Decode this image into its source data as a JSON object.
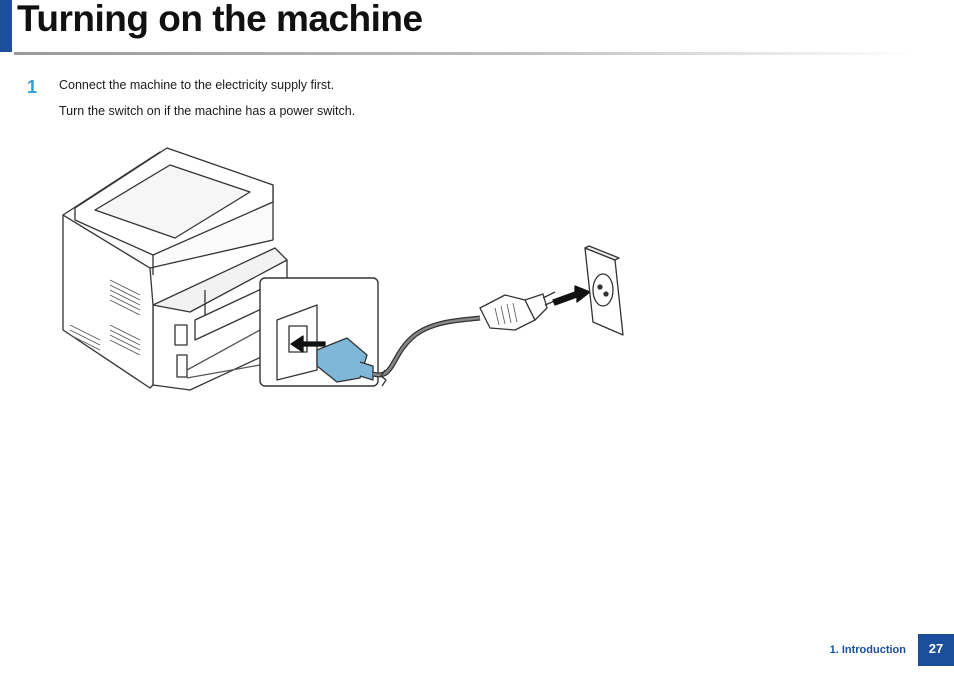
{
  "header": {
    "title": "Turning on the machine"
  },
  "steps": [
    {
      "number": "1",
      "lines": [
        "Connect the machine to the electricity supply first.",
        "Turn the switch on if the machine has a power switch."
      ]
    }
  ],
  "footer": {
    "section": "1.  Introduction",
    "page": "27"
  },
  "colors": {
    "accent": "#1b4f9c",
    "step_number": "#2e9fd8",
    "connector_blue": "#7fb7d9"
  }
}
